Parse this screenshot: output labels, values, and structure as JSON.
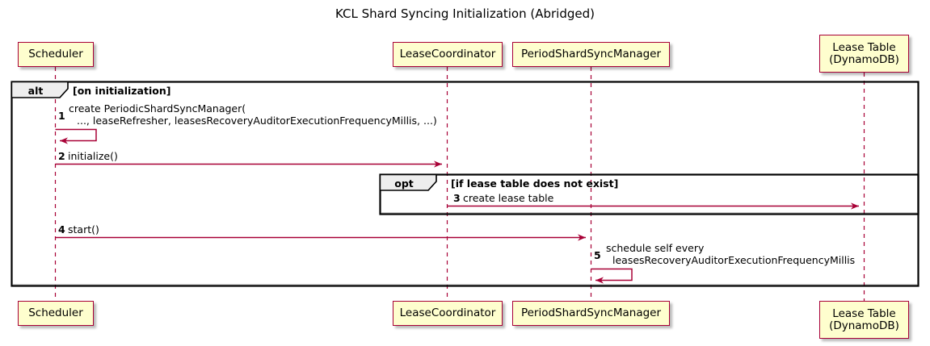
{
  "diagram": {
    "title": "KCL Shard Syncing Initialization (Abridged)",
    "type": "uml-sequence-diagram",
    "colors": {
      "participant_fill": "#FEFECE",
      "participant_border": "#A80036",
      "arrow": "#A80036",
      "lifeline": "#A80036",
      "frame_border": "#000000",
      "frame_tag_fill": "#EEEEEE",
      "background": "#FFFFFF"
    }
  },
  "participants": [
    {
      "id": "scheduler",
      "label": "Scheduler",
      "label2": ""
    },
    {
      "id": "lease-coordinator",
      "label": "LeaseCoordinator",
      "label2": ""
    },
    {
      "id": "period-shard-sync-manager",
      "label": "PeriodShardSyncManager",
      "label2": ""
    },
    {
      "id": "lease-table",
      "label": "Lease Table",
      "label2": "(DynamoDB)"
    }
  ],
  "fragments": [
    {
      "id": "alt-on-initialization",
      "tag": "alt",
      "label": "[on initialization]"
    },
    {
      "id": "opt-lease-table-missing",
      "tag": "opt",
      "label": "[if lease table does not exist]"
    }
  ],
  "messages": [
    {
      "seq": "1",
      "from": "scheduler",
      "to": "scheduler",
      "kind": "self",
      "line1": "create PeriodicShardSyncManager(",
      "line2": "..., leaseRefresher, leasesRecoveryAuditorExecutionFrequencyMillis, ...)"
    },
    {
      "seq": "2",
      "from": "scheduler",
      "to": "lease-coordinator",
      "kind": "call",
      "line1": "initialize()",
      "line2": ""
    },
    {
      "seq": "3",
      "from": "lease-coordinator",
      "to": "lease-table",
      "kind": "call",
      "line1": "create lease table",
      "line2": ""
    },
    {
      "seq": "4",
      "from": "scheduler",
      "to": "period-shard-sync-manager",
      "kind": "call",
      "line1": "start()",
      "line2": ""
    },
    {
      "seq": "5",
      "from": "period-shard-sync-manager",
      "to": "period-shard-sync-manager",
      "kind": "self",
      "line1": "schedule self every",
      "line2": "leasesRecoveryAuditorExecutionFrequencyMillis"
    }
  ]
}
